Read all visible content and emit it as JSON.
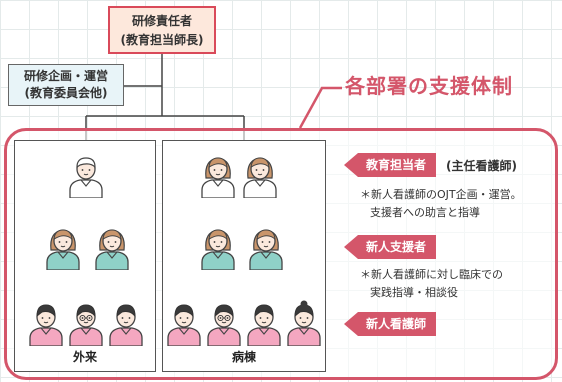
{
  "chart_title": "各部署の支援体制",
  "top_box": {
    "line1": "研修責任者",
    "line2": "(教育担当師長)"
  },
  "second_box": {
    "line1": "研修企画・運営",
    "line2": "(教育委員会他)"
  },
  "panels": [
    {
      "label": "外来"
    },
    {
      "label": "病棟"
    }
  ],
  "roles": [
    {
      "tag": "教育担当者",
      "sub": "(主任看護師)",
      "note_line1": "＊新人看護師のOJT企画・運営。",
      "note_line2": "支援者への助言と指導"
    },
    {
      "tag": "新人支援者",
      "sub": "",
      "note_line1": "＊新人看護師に対し臨床での",
      "note_line2": "実践指導・相談役"
    },
    {
      "tag": "新人看護師",
      "sub": "",
      "note_line1": "",
      "note_line2": ""
    }
  ],
  "colors": {
    "accent": "#d4566a",
    "top_fill": "#fde8dc",
    "second_fill": "#e8f4f8",
    "educator_shirt": "#ffffff",
    "supporter_shirt": "#8fd1c8",
    "newnurse_shirt": "#f4a7c0"
  }
}
